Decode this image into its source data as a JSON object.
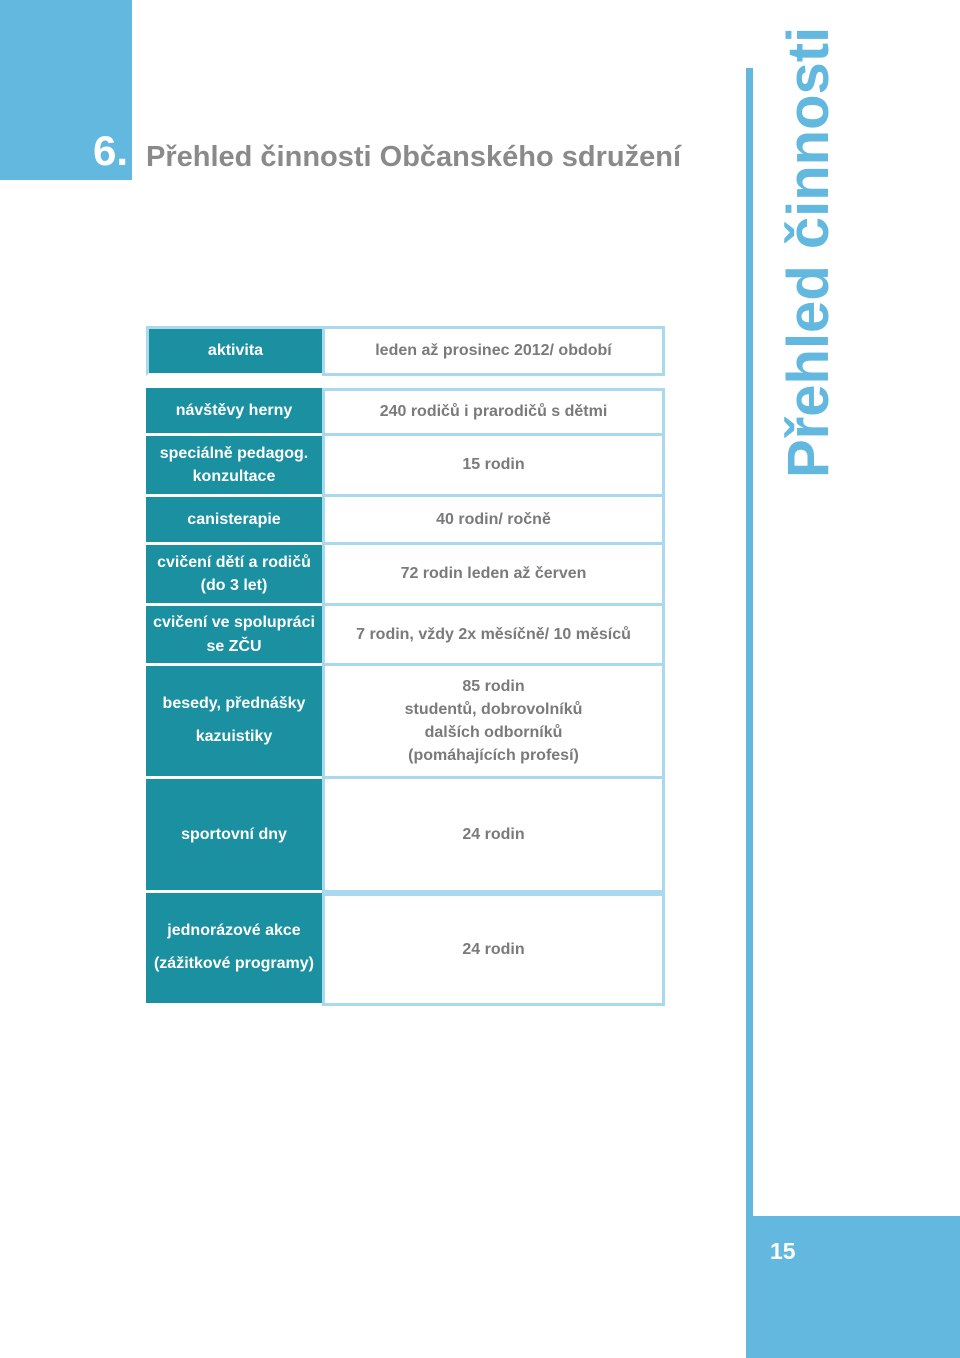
{
  "header": {
    "chapter_number": "6.",
    "title": "Přehled činnosti Občanského sdružení"
  },
  "side_title": "Přehled činnosti",
  "page_number": "15",
  "table": {
    "header": {
      "left": "aktivita",
      "right": "leden  až prosinec 2012/ období"
    },
    "rows": [
      {
        "left": [
          "návštěvy herny"
        ],
        "right": [
          "240 rodičů i prarodičů s dětmi"
        ]
      },
      {
        "left": [
          "speciálně pedagog.",
          "konzultace"
        ],
        "right": [
          "15 rodin"
        ]
      },
      {
        "left": [
          "canisterapie"
        ],
        "right": [
          "40 rodin/ ročně"
        ]
      },
      {
        "left": [
          "cvičení  dětí a rodičů",
          "(do 3 let)"
        ],
        "right": [
          "72 rodin leden až červen"
        ]
      },
      {
        "left": [
          "cvičení ve spolupráci",
          "se ZČU"
        ],
        "right": [
          "7 rodin, vždy 2x měsíčně/ 10 měsíců"
        ]
      },
      {
        "left": [
          "besedy, přednášky",
          "kazuistiky"
        ],
        "right": [
          "85 rodin",
          "studentů, dobrovolníků",
          "dalších odborníků",
          "(pomáhajících profesí)"
        ]
      },
      {
        "left": [
          "sportovní dny"
        ],
        "right": [
          "24 rodin"
        ]
      },
      {
        "left": [
          "jednorázové akce",
          "(zážitkové programy)"
        ],
        "right": [
          "24 rodin"
        ]
      }
    ]
  },
  "colors": {
    "accent": "#62b8de",
    "teal": "#1a90a0",
    "border": "#a9d9ee",
    "text_gray": "#7a7a7a"
  }
}
